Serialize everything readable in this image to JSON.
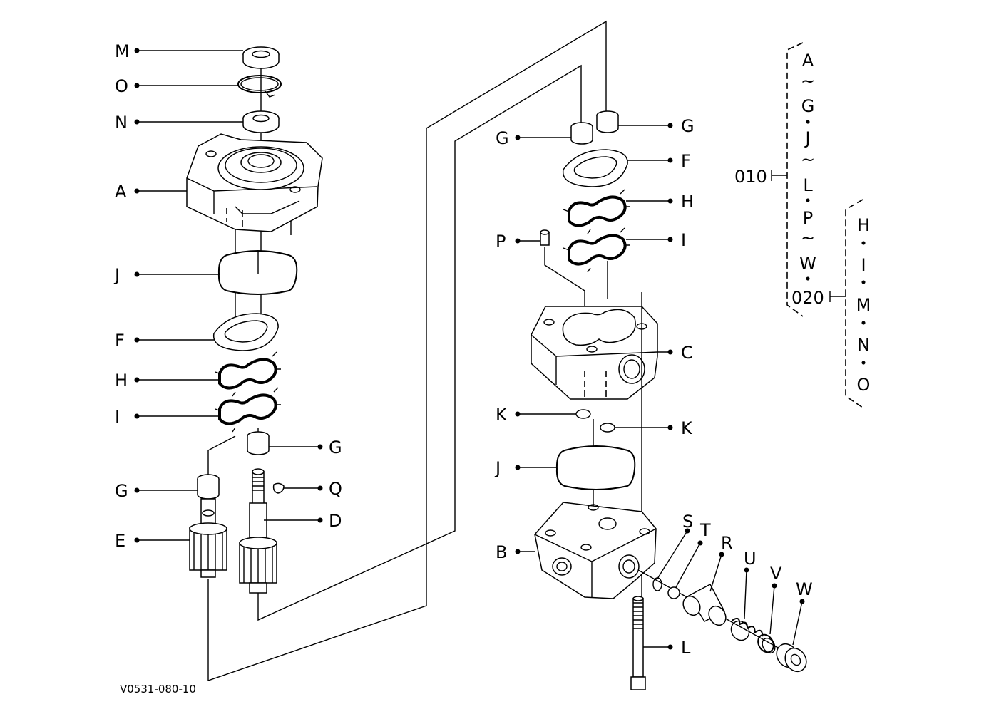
{
  "diagram": {
    "figure_code": "V0531-080-10",
    "labels": {
      "M": "M",
      "O": "O",
      "N": "N",
      "A": "A",
      "J": "J",
      "F": "F",
      "H": "H",
      "I": "I",
      "G": "G",
      "Q": "Q",
      "D": "D",
      "E": "E",
      "P": "P",
      "C": "C",
      "K": "K",
      "B": "B",
      "S": "S",
      "T": "T",
      "R": "R",
      "U": "U",
      "V": "V",
      "W": "W",
      "L": "L"
    },
    "group_010": {
      "code": "010",
      "entries": [
        "A",
        "~",
        "G",
        "・",
        "J",
        "~",
        "L",
        "・",
        "P",
        "~",
        "W",
        "・"
      ]
    },
    "group_020": {
      "code": "020",
      "entries": [
        "H",
        "・",
        "I",
        "・",
        "M",
        "・",
        "N",
        "・",
        "O"
      ]
    }
  }
}
